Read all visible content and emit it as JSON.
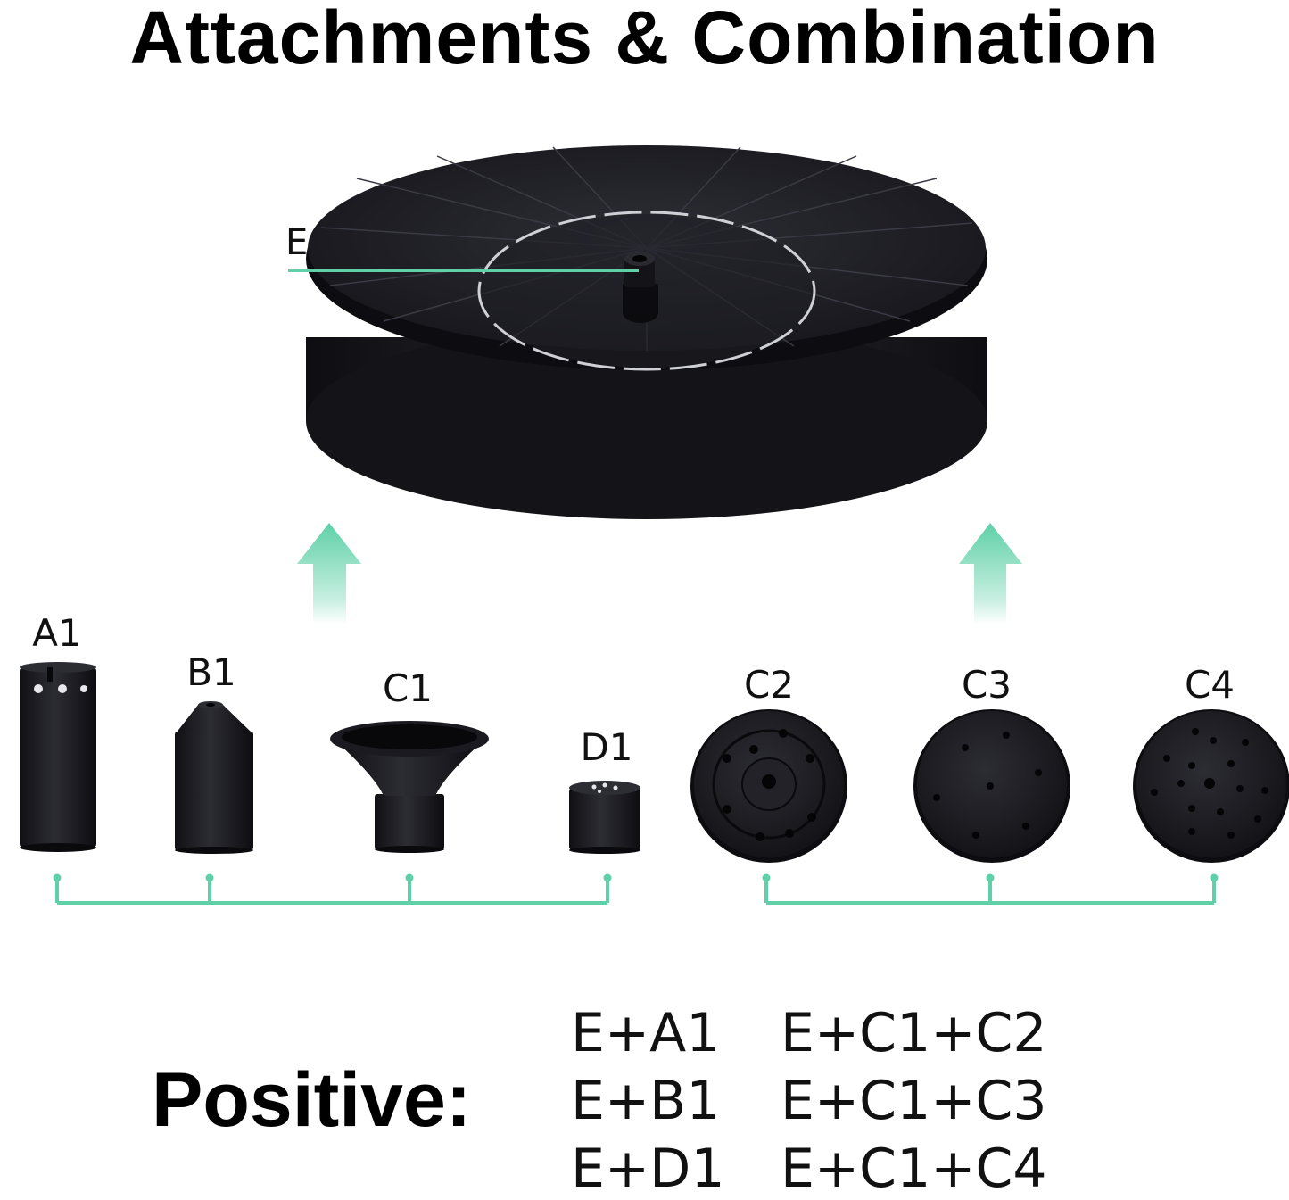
{
  "title": "Attachments & Combination",
  "labels": {
    "e": "E",
    "a1": "A1",
    "b1": "B1",
    "c1": "C1",
    "d1": "D1",
    "c2": "C2",
    "c3": "C3",
    "c4": "C4"
  },
  "positive": {
    "label": "Positive:",
    "col1": [
      "E+A1",
      "E+B1",
      "E+D1"
    ],
    "col2": [
      "E+C1+C2",
      "E+C1+C3",
      "E+C1+C4"
    ]
  },
  "colors": {
    "accent": "#5fd0a8",
    "product": "#1c1c22"
  }
}
